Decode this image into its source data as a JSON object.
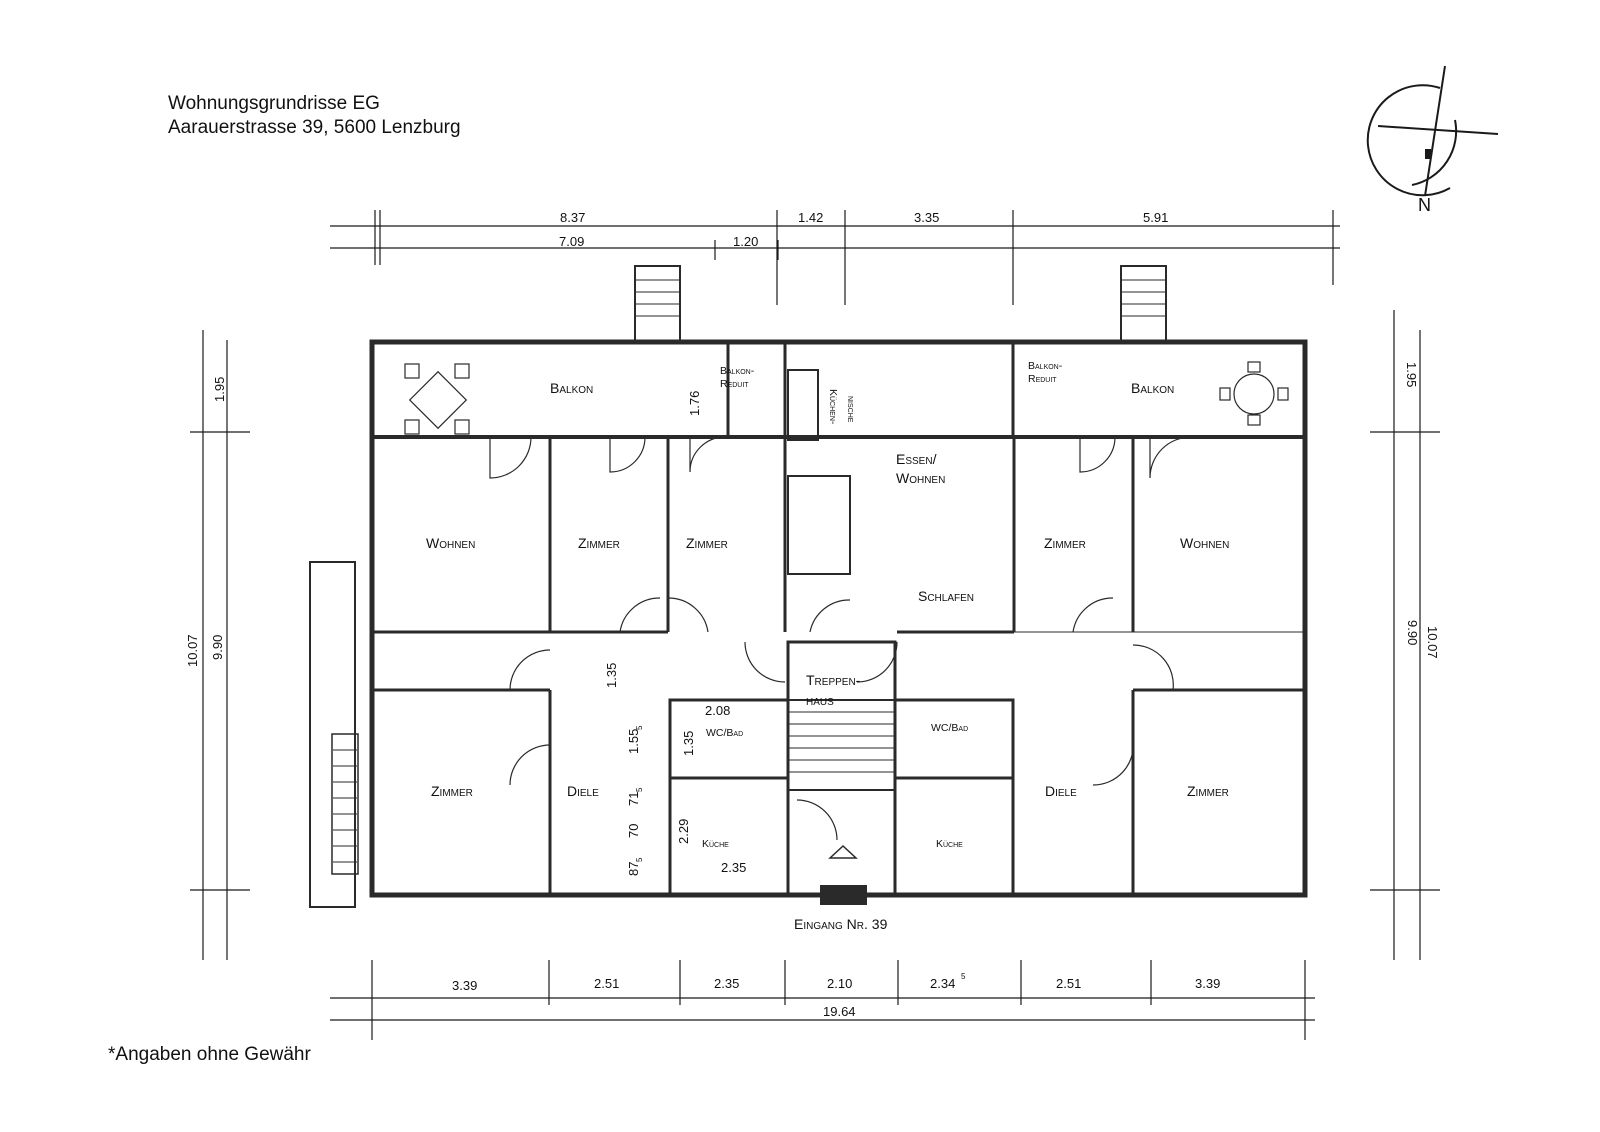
{
  "header": {
    "title": "Wohnungsgrundrisse EG",
    "address": "Aarauerstrasse 39, 5600 Lenzburg"
  },
  "north_label": "N",
  "footnote": "*Angaben ohne Gewähr",
  "dimensions": {
    "top_row1": [
      "8.37",
      "1.42",
      "3.35",
      "5.91"
    ],
    "top_row2": [
      "7.09",
      "1.20"
    ],
    "left_outer": "10.07",
    "left_inner": "9.90",
    "left_balcony": "1.95",
    "right_outer": "10.07",
    "right_inner": "9.90",
    "right_balcony": "1.95",
    "bottom_row1": [
      "3.39",
      "2.51",
      "2.35",
      "2.10",
      "2.34",
      "2.51",
      "3.39"
    ],
    "bottom_sup": "5",
    "bottom_total": "19.64",
    "inner": {
      "d176": "1.76",
      "d135a": "1.35",
      "d208": "2.08",
      "d135b": "1.35",
      "d155": "1.55",
      "d155sup": "5",
      "d71": "71",
      "d71sup": "5",
      "d70": "70",
      "d229": "2.29",
      "d87": "87",
      "d87sup": "5",
      "d235": "2.35"
    }
  },
  "rooms": {
    "balkon_left": "Balkon",
    "balkon_right": "Balkon",
    "reduit_left_1": "Balkon-",
    "reduit_left_2": "Reduit",
    "reduit_right_1": "Balkon-",
    "reduit_right_2": "Reduit",
    "kuechen_1": "Küchen-",
    "kuechen_2": "nische",
    "essen_1": "Essen/",
    "essen_2": "Wohnen",
    "wohnen_left": "Wohnen",
    "zimmer_1": "Zimmer",
    "zimmer_2": "Zimmer",
    "zimmer_3": "Zimmer",
    "wohnen_right": "Wohnen",
    "schlafen": "Schlafen",
    "treppen_1": "Treppen-",
    "treppen_2": "haus",
    "wc_left": "WC/Bad",
    "wc_right": "WC/Bad",
    "zimmer_bl": "Zimmer",
    "diele_left": "Diele",
    "diele_right": "Diele",
    "zimmer_br": "Zimmer",
    "kueche_left": "Küche",
    "kueche_right": "Küche",
    "eingang": "Eingang Nr. 39"
  },
  "colors": {
    "line": "#1a1a1a",
    "wall": "#2a2a2a",
    "paper": "#ffffff"
  }
}
